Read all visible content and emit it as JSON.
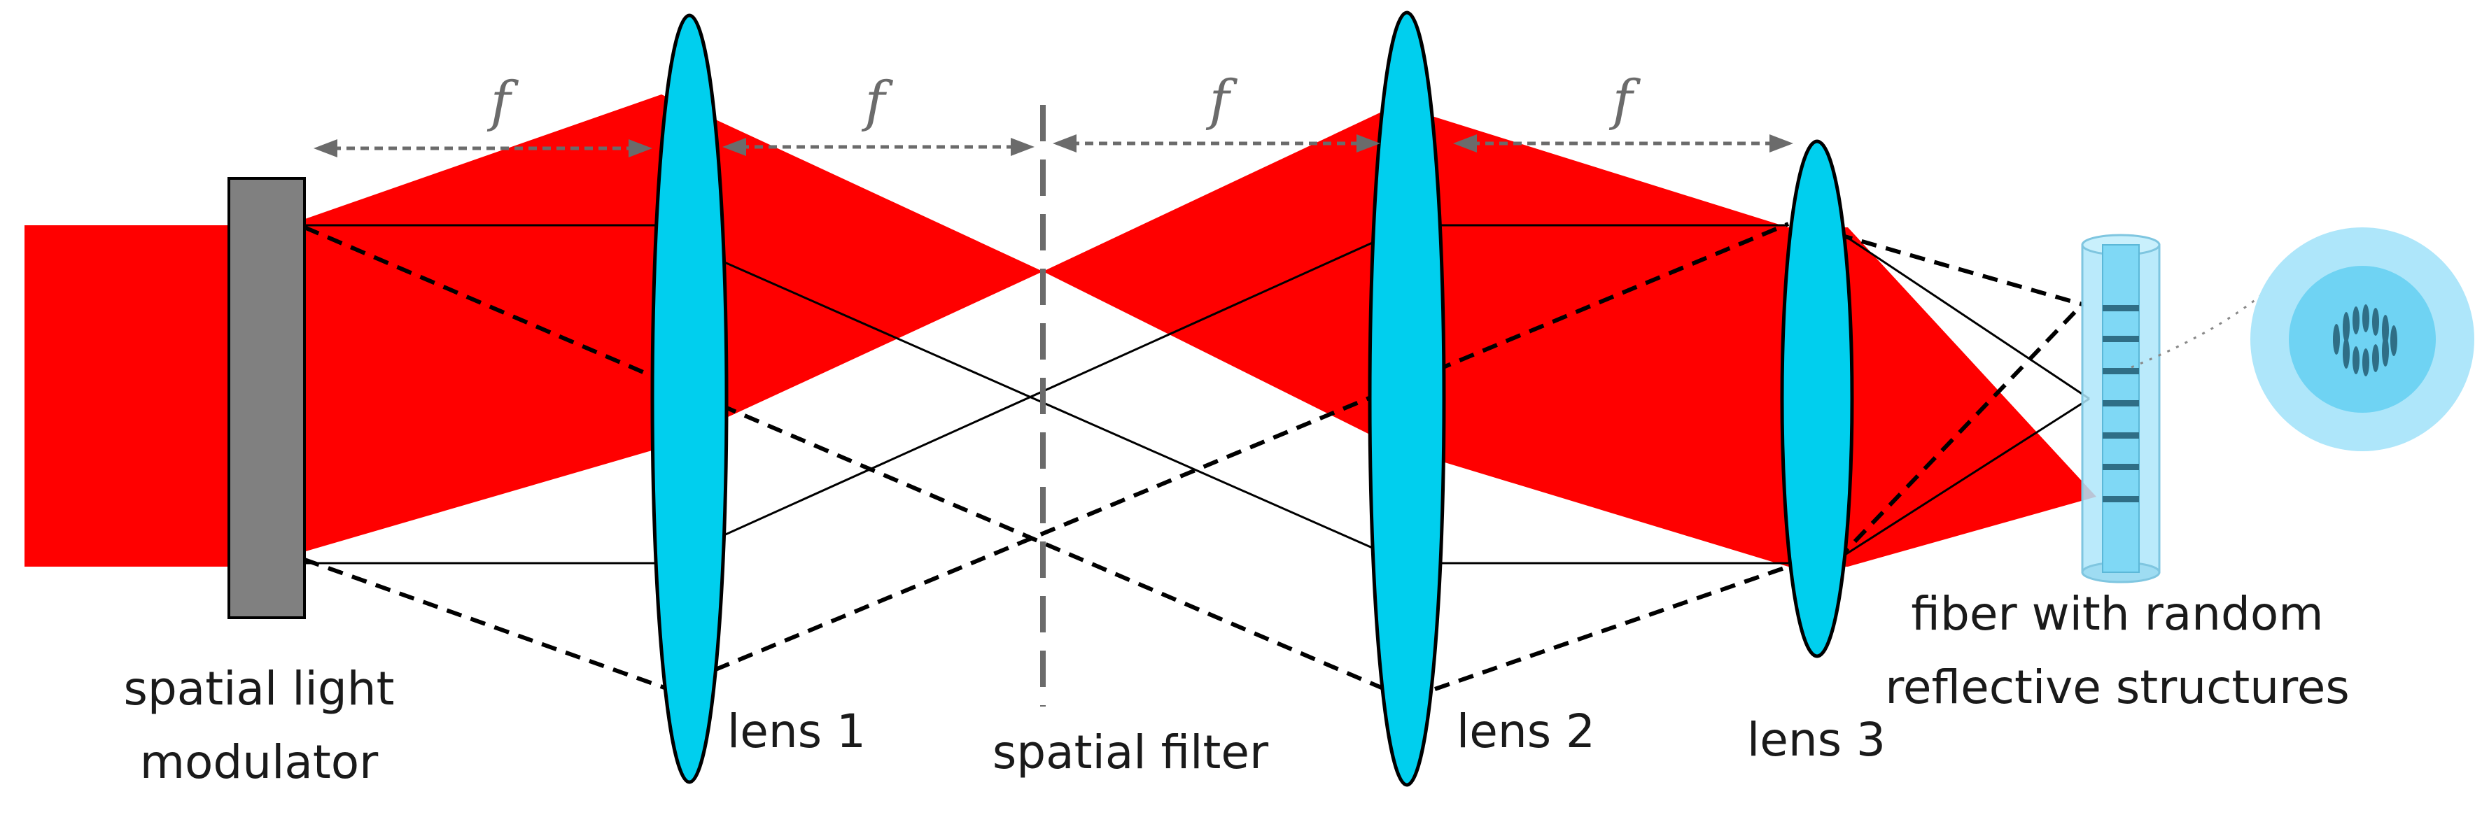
{
  "labels": {
    "slm_line1": "spatial light",
    "slm_line2": "modulator",
    "lens1": "lens 1",
    "spatial_filter": "spatial filter",
    "lens2": "lens 2",
    "lens3": "lens 3",
    "fiber_line1": "fiber with random",
    "fiber_line2": "reflective structures",
    "focal_symbol": "f"
  },
  "colors": {
    "beam": "#ff0000",
    "lens": "#00cfee",
    "slm_body": "#808080",
    "dimension": "#6b6b6b",
    "ray": "#000000",
    "fiber_outer": "#aee6fa",
    "fiber_core": "#7fd8f5",
    "fiber_marks": "#2f6e86"
  },
  "focal_spans": [
    {
      "label": "f",
      "from": "spatial light modulator",
      "to": "lens 1"
    },
    {
      "label": "f",
      "from": "lens 1",
      "to": "spatial filter"
    },
    {
      "label": "f",
      "from": "spatial filter",
      "to": "lens 2"
    },
    {
      "label": "f",
      "from": "lens 2",
      "to": "lens 3"
    }
  ]
}
